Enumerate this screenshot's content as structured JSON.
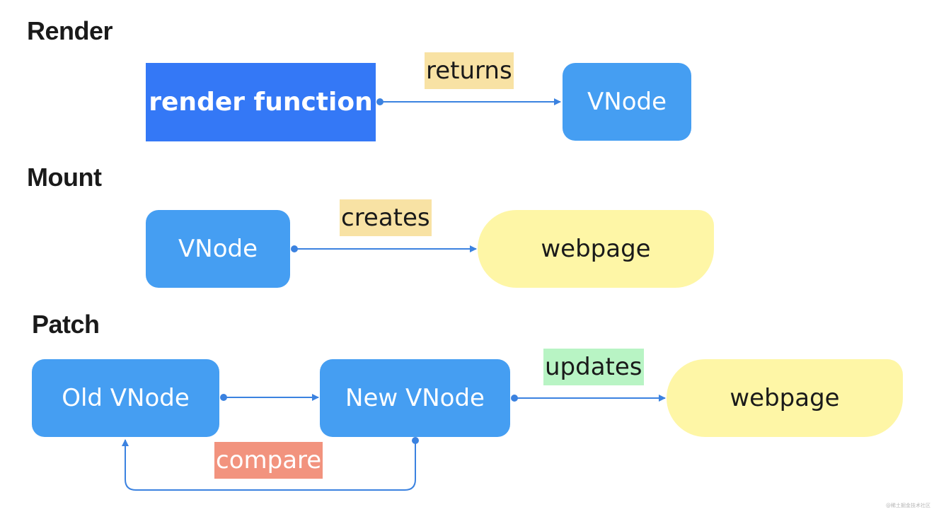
{
  "sections": {
    "render": {
      "title": "Render",
      "source": "render function",
      "edge": "returns",
      "target": "VNode"
    },
    "mount": {
      "title": "Mount",
      "source": "VNode",
      "edge": "creates",
      "target": "webpage"
    },
    "patch": {
      "title": "Patch",
      "old": "Old VNode",
      "new": "New VNode",
      "edge_updates": "updates",
      "target": "webpage",
      "edge_compare": "compare"
    }
  },
  "colors": {
    "node_blue": "#459ef2",
    "node_dark_blue": "#3478f6",
    "node_yellow": "#fef6a6",
    "arrow": "#3b82e0",
    "label_returns": "#f8e2a4",
    "label_creates": "#f8e2a4",
    "label_updates": "#b8f4c4",
    "label_compare": "#f2937e"
  },
  "watermark": "@稀土掘金技术社区"
}
